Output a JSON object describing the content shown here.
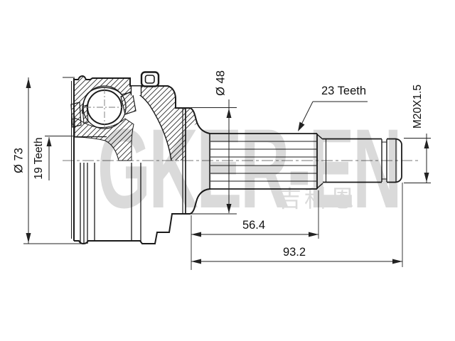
{
  "meta": {
    "type": "engineering-drawing",
    "subject": "cv-joint-outer-race-with-stub-shaft",
    "background": "#ffffff",
    "line_color": "#1b1b1b",
    "dim_line_color": "#222222",
    "hatch_color": "#2e2e2e",
    "centerline_color": "#777777",
    "watermark_color": "#d9d9d9"
  },
  "watermark": {
    "brand": "GKER-EN",
    "brand_cn": "吉科恩"
  },
  "dimensions": {
    "outer_diameter": "Ø 73",
    "inner_spline_teeth": "19 Teeth",
    "flange_diameter": "Ø 48",
    "shaft_spline_teeth": "23 Teeth",
    "thread_spec": "M20X1.5",
    "spline_length": "56.4",
    "total_length": "93.2"
  }
}
